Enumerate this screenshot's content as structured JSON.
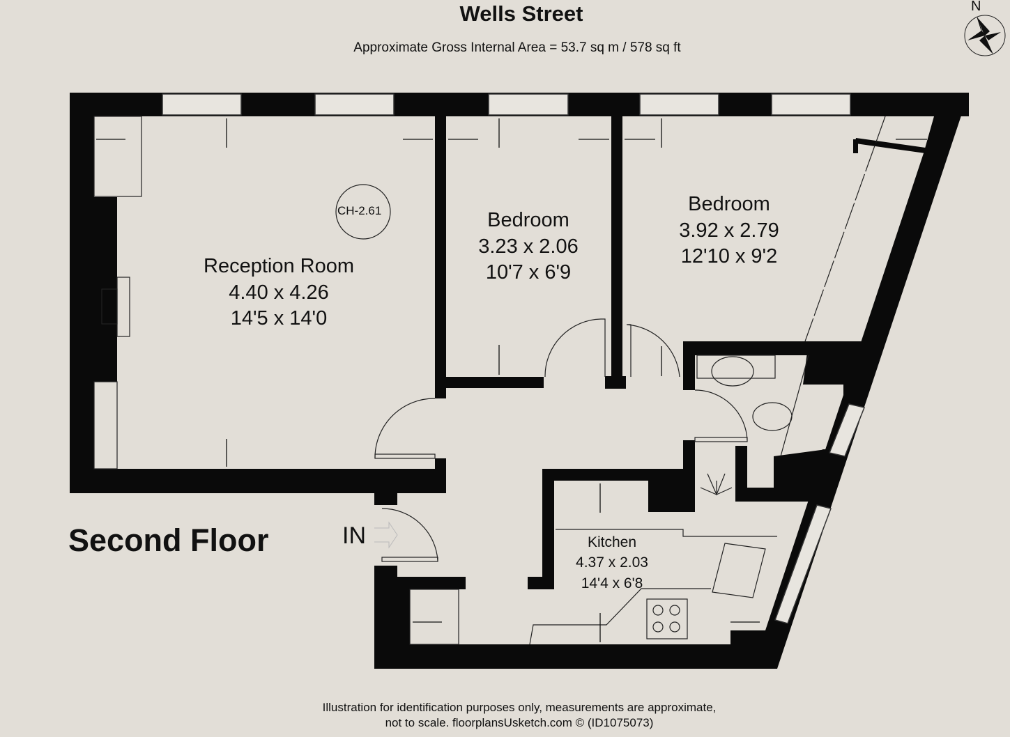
{
  "header": {
    "title": "Wells Street",
    "area": "Approximate Gross Internal Area = 53.7 sq m / 578 sq ft",
    "compass_letter": "N"
  },
  "floor_label": "Second Floor",
  "entrance_label": "IN",
  "ceiling_marker": "CH-2.61",
  "rooms": [
    {
      "name": "Reception Room",
      "metric": "4.40 x 4.26",
      "imperial": "14'5 x 14'0"
    },
    {
      "name": "Bedroom",
      "metric": "3.23 x 2.06",
      "imperial": "10'7 x 6'9"
    },
    {
      "name": "Bedroom",
      "metric": "3.92 x 2.79",
      "imperial": "12'10 x 9'2"
    },
    {
      "name": "Kitchen",
      "metric": "4.37 x 2.03",
      "imperial": "14'4 x 6'8"
    }
  ],
  "footer": {
    "line1": "Illustration for identification purposes only, measurements are approximate,",
    "line2": "not to scale. floorplansUsketch.com © (ID1075073)"
  },
  "colors": {
    "background": "#e2ded7",
    "wall": "#0a0a0a"
  }
}
